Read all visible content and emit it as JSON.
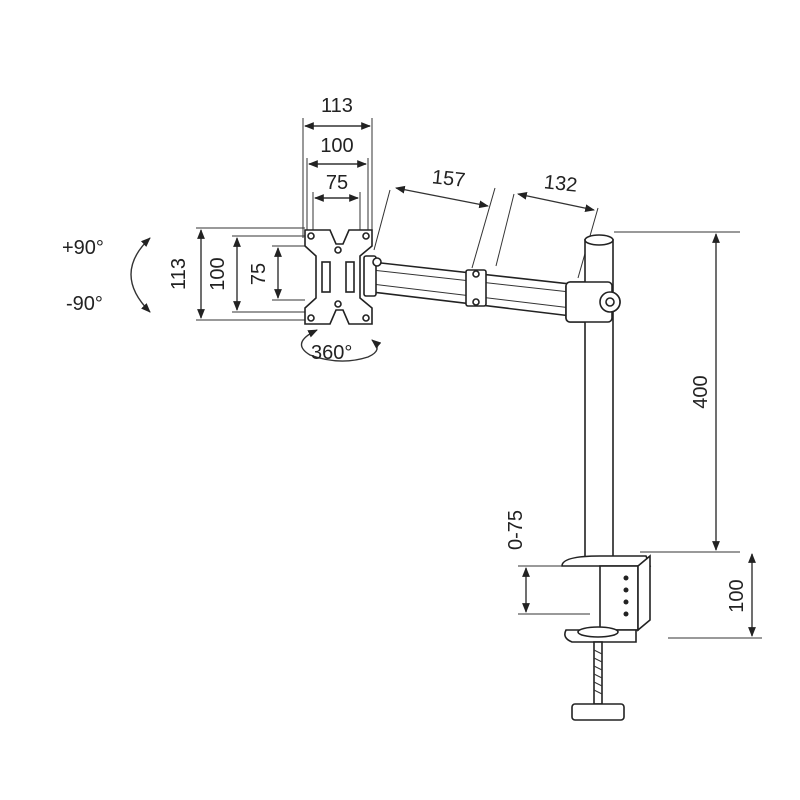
{
  "diagram": {
    "vesa": {
      "widths": {
        "w113": "113",
        "w100": "100",
        "w75": "75"
      },
      "heights": {
        "h113": "113",
        "h100": "100",
        "h75": "75"
      }
    },
    "tilt": {
      "up": "+90°",
      "down": "-90°"
    },
    "rotation": "360°",
    "arm": {
      "front": "157",
      "rear": "132"
    },
    "pole_height": "400",
    "clamp": {
      "range": "0-75",
      "height": "100"
    }
  }
}
